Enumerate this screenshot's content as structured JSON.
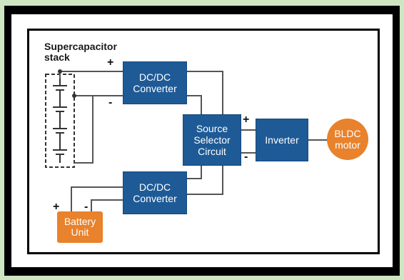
{
  "diagram": {
    "supercap_label": "Supercapacitor\nstack",
    "dcdc_top_label": "DC/DC\nConverter",
    "dcdc_bottom_label": "DC/DC\nConverter",
    "selector_label": "Source\nSelector\nCircuit",
    "inverter_label": "Inverter",
    "motor_label": "BLDC\nmotor",
    "battery_label": "Battery\nUnit",
    "plus": "+",
    "minus": "-"
  },
  "colors": {
    "block_blue": "#1e5a96",
    "orange": "#e8822c",
    "wire": "#555555"
  }
}
